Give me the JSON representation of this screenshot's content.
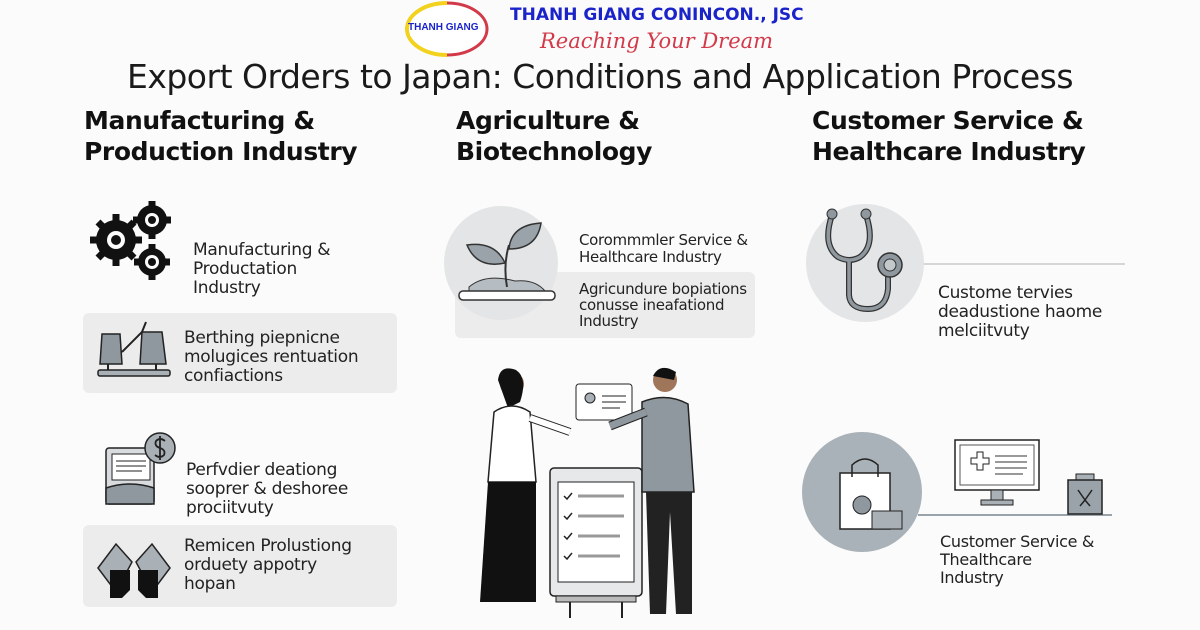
{
  "title": "Export Orders to Japan: Conditions and Application Process",
  "logo": {
    "name": "THANH GIANG",
    "company": "THANH GIANG CONINCON., JSC",
    "slogan": "Reaching Your Dream",
    "colors": {
      "blue": "#1b24c9",
      "red": "#d23a4a",
      "yellow": "#f2d21c"
    }
  },
  "columns": [
    {
      "heading_line1": "Manufacturing &",
      "heading_line2": "Production Industry",
      "items": [
        {
          "icon": "gears-icon",
          "lines": [
            "Manufacturing &",
            "Productation",
            "Industry"
          ]
        },
        {
          "icon": "machine-icon",
          "lines": [
            "Berthing piepnicne",
            "molugices rentuation",
            "confiactions"
          ]
        },
        {
          "icon": "payment-document-icon",
          "lines": [
            "Perfvdier deationg",
            "sooprer & deshoree",
            "prociitvuty"
          ]
        },
        {
          "icon": "handshake-icon",
          "lines": [
            "Remicen Prolustiong",
            "orduety appotry",
            "hopan"
          ]
        }
      ]
    },
    {
      "heading_line1": "Agriculture &",
      "heading_line2": "Biotechnology",
      "items": [
        {
          "icon": "seedling-icon",
          "lines": [
            "Corommmler Service &",
            "Healthcare Industry"
          ]
        },
        {
          "icon": "",
          "lines": [
            "Agricundure bopiations",
            "conusse ineafationd",
            "Industry"
          ]
        }
      ]
    },
    {
      "heading_line1": "Customer Service &",
      "heading_line2": "Healthcare Industry",
      "items": [
        {
          "icon": "stethoscope-icon",
          "lines": [
            "Custome tervies",
            "deadustione haome",
            "melciitvuty"
          ]
        },
        {
          "icon": "shopping-bag-icon",
          "lines": [
            "Customer Service &",
            "Thealthcare",
            "Industry"
          ]
        }
      ]
    }
  ]
}
